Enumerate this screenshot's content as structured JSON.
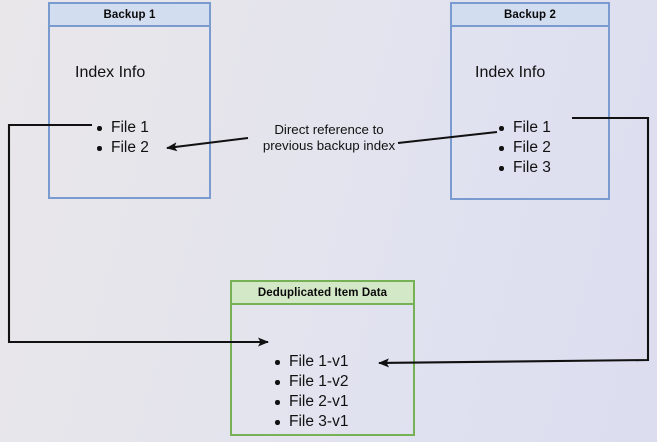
{
  "diagram": {
    "title_hidden": "Backup deduplication reference diagram",
    "background_left_color": "#e9e7ea",
    "background_right_color": "#dcdef0",
    "blue_border_color": "#7a9bd0",
    "blue_header_color": "#d2ddf0",
    "green_border_color": "#76b156",
    "green_header_color": "#d3e8c6",
    "arrow_color": "#111111"
  },
  "backup1": {
    "header": "Backup 1",
    "section_title": "Index Info",
    "files": [
      "File 1",
      "File 2"
    ]
  },
  "backup2": {
    "header": "Backup 2",
    "section_title": "Index Info",
    "files": [
      "File 1",
      "File 2",
      "File 3"
    ]
  },
  "dedup": {
    "header": "Deduplicated Item Data",
    "items": [
      "File 1-v1",
      "File 1-v2",
      "File 2-v1",
      "File 3-v1"
    ]
  },
  "annotation": {
    "line1": "Direct reference to",
    "line2": "previous backup index"
  }
}
